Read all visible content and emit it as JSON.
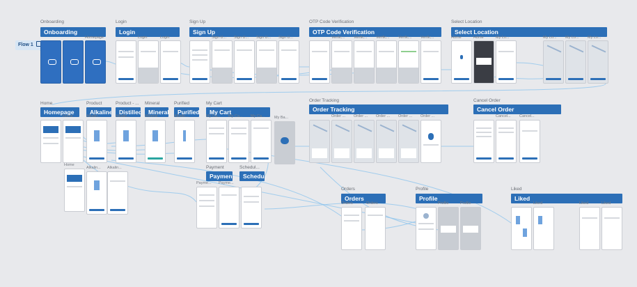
{
  "canvas": {
    "flow_label": "Flow 1",
    "flow_icon": "frame-icon",
    "accent": "#2c6fb7",
    "connector_color": "#8dc4ee"
  },
  "sections": [
    {
      "id": "onboarding",
      "label": "Onboarding",
      "header": "Onboarding",
      "frames": [
        "",
        "",
        "Homepage"
      ]
    },
    {
      "id": "login",
      "label": "Login",
      "header": "Login",
      "frames": [
        "Login",
        "Login"
      ]
    },
    {
      "id": "signup",
      "label": "Sign Up",
      "header": "Sign Up",
      "frames": [
        "Sign U...",
        "Sign U...",
        "Sign U...",
        "Sign U..."
      ]
    },
    {
      "id": "otp",
      "label": "OTP Code Verification",
      "header": "OTP Code Verification",
      "frames": [
        "Verific...",
        "Verific...",
        "Verific...",
        "Verific...",
        "Verific...",
        "Verific..."
      ]
    },
    {
      "id": "location",
      "label": "Select Location",
      "header": "Select Location",
      "frames": [
        "Home",
        "Home",
        "My Lo...",
        "My Lo...",
        "My Lo...",
        "My Lo..."
      ]
    },
    {
      "id": "home",
      "label": "Home",
      "header": "Homepage",
      "frames": [
        "Home",
        "Home"
      ]
    },
    {
      "id": "alkaline",
      "label": "Product",
      "header": "Alkaline",
      "frames": [
        "Alkalin..."
      ]
    },
    {
      "id": "distilled",
      "label": "Product - ...",
      "header": "Distilled",
      "frames": [
        "Alkalin..."
      ]
    },
    {
      "id": "mineral",
      "label": "Mineral",
      "header": "Mineral",
      "frames": [
        "Mineral"
      ]
    },
    {
      "id": "purified",
      "label": "Purified",
      "header": "Purified",
      "frames": [
        "Alkalin..."
      ]
    },
    {
      "id": "cart",
      "label": "My Cart",
      "header": "My Cart",
      "frames": [
        "My Ca...",
        "My Ca...",
        "My Ca...",
        "My Ba..."
      ]
    },
    {
      "id": "tracking",
      "label": "Order Tracking",
      "header": "Order Tracking",
      "frames": [
        "Order ...",
        "Order ...",
        "Order ...",
        "Order ...",
        "Order ...",
        "Order ..."
      ]
    },
    {
      "id": "cancel",
      "label": "Cancel Order",
      "header": "Cancel Order",
      "frames": [
        "Cancel...",
        "Cancel...",
        "Cancel..."
      ]
    },
    {
      "id": "home2",
      "label": "",
      "header": "",
      "frames": [
        "Home",
        "Alkalin...",
        "Alkalin..."
      ]
    },
    {
      "id": "payment",
      "label": "Payment",
      "header": "Payment",
      "frames": [
        "Payme...",
        "Payme..."
      ]
    },
    {
      "id": "schedule",
      "label": "Schedul...",
      "header": "Schedule",
      "frames": [
        "Schedul..."
      ]
    },
    {
      "id": "orders",
      "label": "Orders",
      "header": "Orders",
      "frames": [
        "Orders",
        "Orders"
      ]
    },
    {
      "id": "profile",
      "label": "Profile",
      "header": "Profile",
      "frames": [
        "Profile",
        "Profile",
        "Profile"
      ]
    },
    {
      "id": "liked",
      "label": "Liked",
      "header": "Liked",
      "frames": [
        "Liked",
        "Liked",
        "Liked",
        "Liked"
      ]
    }
  ]
}
